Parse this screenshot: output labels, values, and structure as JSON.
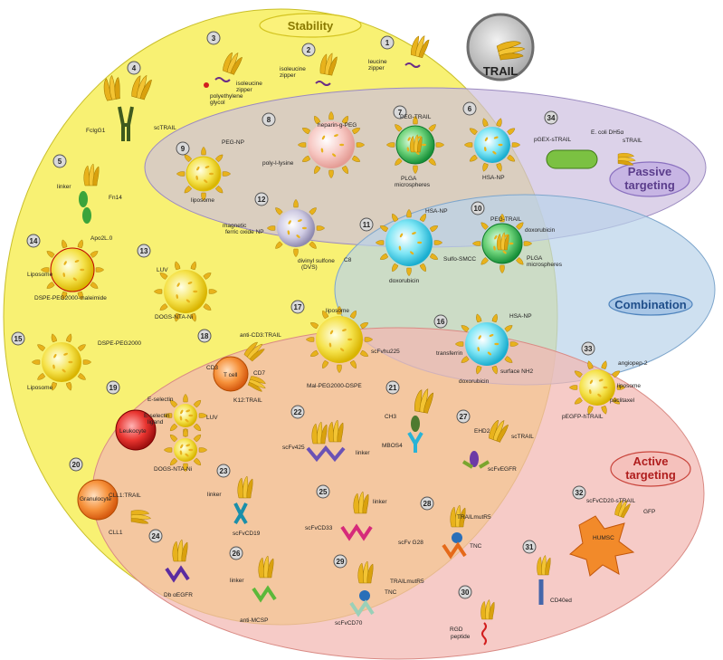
{
  "categories": {
    "stability": "Stability",
    "passive": [
      "Passive",
      "targeting"
    ],
    "combination": "Combination",
    "active": [
      "Active",
      "targeting"
    ],
    "trail_badge": "TRAIL"
  },
  "colors": {
    "stability": "#f7ef5a",
    "passive": "#cdbfe0",
    "combination": "#b9d3ea",
    "active": "#f2b7b2",
    "trail_gold": "#e8b21c",
    "cat_text_passive": "#5b3d8c",
    "cat_text_combination": "#1f4e8a",
    "cat_text_active": "#b01e1e",
    "cat_text_stability": "#8a7a00"
  },
  "items": [
    {
      "n": "1",
      "labels": [
        "leucine",
        "zipper"
      ]
    },
    {
      "n": "2",
      "labels": [
        "isoleucine",
        "zipper"
      ]
    },
    {
      "n": "3",
      "labels": [
        "isoleucine",
        "zipper",
        "polyethylene",
        "glycol"
      ]
    },
    {
      "n": "4",
      "labels": [
        "FcIgG1",
        "scTRAIL"
      ]
    },
    {
      "n": "5",
      "labels": [
        "linker",
        "Fn14"
      ]
    },
    {
      "n": "6",
      "labels": [
        "HSA-NP"
      ]
    },
    {
      "n": "7",
      "labels": [
        "PEG-TRAIL",
        "PLGA",
        "microspheres"
      ]
    },
    {
      "n": "8",
      "labels": [
        "heparin-g-PEG",
        "PEG-NP",
        "poly-l-lysine"
      ]
    },
    {
      "n": "9",
      "labels": [
        "liposome"
      ]
    },
    {
      "n": "10",
      "labels": [
        "PEG-TRAIL",
        "doxorubicin",
        "PLGA",
        "microspheres"
      ]
    },
    {
      "n": "11",
      "labels": [
        "HSA-NP",
        "C8",
        "Sulfo-SMCC",
        "doxorubicin"
      ]
    },
    {
      "n": "12",
      "labels": [
        "magnetic",
        "ferric oxide NP",
        "divinyl sulfone",
        "(DVS)"
      ]
    },
    {
      "n": "13",
      "labels": [
        "LUV",
        "DOGS-NTA-Ni"
      ]
    },
    {
      "n": "14",
      "labels": [
        "Apo2L.0",
        "Liposome",
        "DSPE-PEG2000-maleimide"
      ]
    },
    {
      "n": "15",
      "labels": [
        "DSPE-PEG2000",
        "Liposome"
      ]
    },
    {
      "n": "16",
      "labels": [
        "HSA-NP",
        "transferrin",
        "surface NH2",
        "doxorubicin"
      ]
    },
    {
      "n": "17",
      "labels": [
        "liposome",
        "scFvhu225",
        "Mal-PEG2000-DSPE"
      ]
    },
    {
      "n": "18",
      "labels": [
        "anti-CD3:TRAIL",
        "CD3",
        "T cell",
        "CD7",
        "K12:TRAIL"
      ]
    },
    {
      "n": "19",
      "labels": [
        "E-selectin",
        "E-selectin",
        "ligand",
        "LUV",
        "Leukocyte",
        "DOGS-NTA-Ni"
      ]
    },
    {
      "n": "20",
      "labels": [
        "Granulocyte",
        "CLL1:TRAIL",
        "CLL1"
      ]
    },
    {
      "n": "21",
      "labels": [
        "CH3",
        "MBOS4"
      ]
    },
    {
      "n": "22",
      "labels": [
        "scFv425",
        "linker"
      ]
    },
    {
      "n": "23",
      "labels": [
        "linker",
        "scFvCD19"
      ]
    },
    {
      "n": "24",
      "labels": [
        "Db αEGFR"
      ]
    },
    {
      "n": "25",
      "labels": [
        "linker",
        "scFvCD33"
      ]
    },
    {
      "n": "26",
      "labels": [
        "linker",
        "anti-MCSP"
      ]
    },
    {
      "n": "27",
      "labels": [
        "EHD2",
        "scTRAIL",
        "scFvEGFR"
      ]
    },
    {
      "n": "28",
      "labels": [
        "TRAILmutR5",
        "scFv G28",
        "TNC"
      ]
    },
    {
      "n": "29",
      "labels": [
        "TRAILmutR5",
        "TNC",
        "scFvCD70"
      ]
    },
    {
      "n": "30",
      "labels": [
        "RGD",
        "peptide"
      ]
    },
    {
      "n": "31",
      "labels": [
        "CD40ed"
      ]
    },
    {
      "n": "32",
      "labels": [
        "scFvCD20-sTRAIL",
        "GFP",
        "HUMSC"
      ]
    },
    {
      "n": "33",
      "labels": [
        "angiopep-2",
        "liposome",
        "paclitaxel",
        "pEGFP-hTRAIL"
      ]
    },
    {
      "n": "34",
      "labels": [
        "pGEX-sTRAIL",
        "E. coli DH5α",
        "sTRAIL"
      ]
    }
  ]
}
